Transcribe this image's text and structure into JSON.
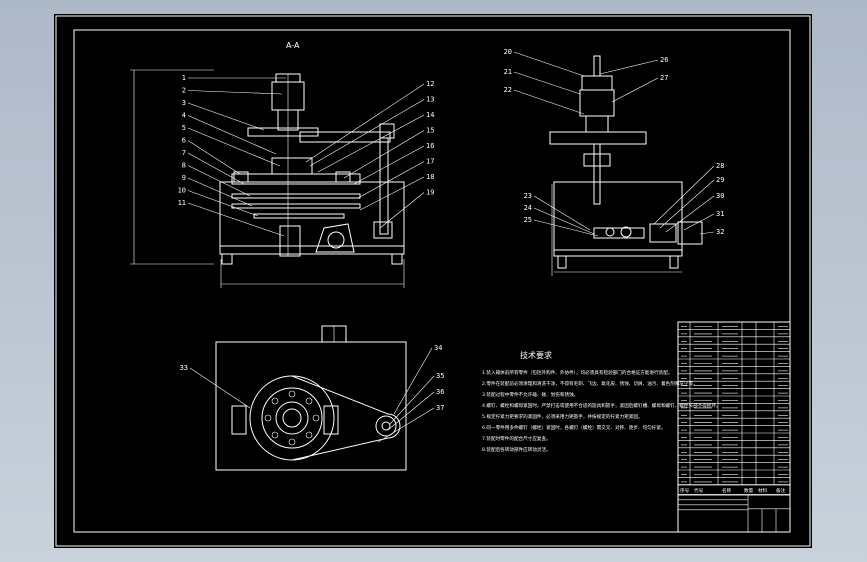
{
  "window": {
    "background_color": "#b6c0cd",
    "canvas_color": "#000000",
    "line_color": "#ffffff"
  },
  "views": {
    "section_label": "A-A",
    "front_dim_bottom": "",
    "side_dim_bottom": ""
  },
  "callouts_front": [
    "1",
    "2",
    "3",
    "4",
    "5",
    "6",
    "7",
    "8",
    "9",
    "10",
    "11",
    "12",
    "13",
    "14",
    "15",
    "16",
    "17",
    "18",
    "19"
  ],
  "callouts_side": [
    "20",
    "21",
    "22",
    "23",
    "24",
    "25",
    "26",
    "27",
    "28",
    "29",
    "30",
    "31",
    "32"
  ],
  "callouts_plan": [
    "33",
    "34",
    "35",
    "36",
    "37"
  ],
  "notes": {
    "title": "技术要求",
    "lines": [
      "1.装入箱体前所有零件（包括外购件、外协件），均必须具有检验部门的合格证方能进行装配。",
      "2.零件在装配前必须清理和清洗干净，不得有毛刺、飞边、氧化皮、锈蚀、切屑、油污、着色剂和灰尘等。",
      "3.装配过程中零件不允许磕、碰、划伤和锈蚀。",
      "4.螺钉、螺栓和螺母紧固时，严禁打击或使用不合适的旋具和扳手，紧固后螺钉槽、螺母和螺钉、螺栓头部不得损坏。",
      "5.规定拧紧力矩要求的紧固件，必须采用力矩扳手，并按规定的拧紧力矩紧固。",
      "6.同一零件用多件螺钉（螺栓）紧固时，各螺钉（螺栓）需交叉、对称、逐步、均匀拧紧。",
      "7.装配时零件的配合尺寸应复查。",
      "8.装配后各转动部件应转动灵活。"
    ]
  },
  "title_block": {
    "table_rows": 22,
    "header_cells": [
      "序号",
      "代号",
      "名称",
      "数量",
      "材料",
      "备注"
    ]
  }
}
